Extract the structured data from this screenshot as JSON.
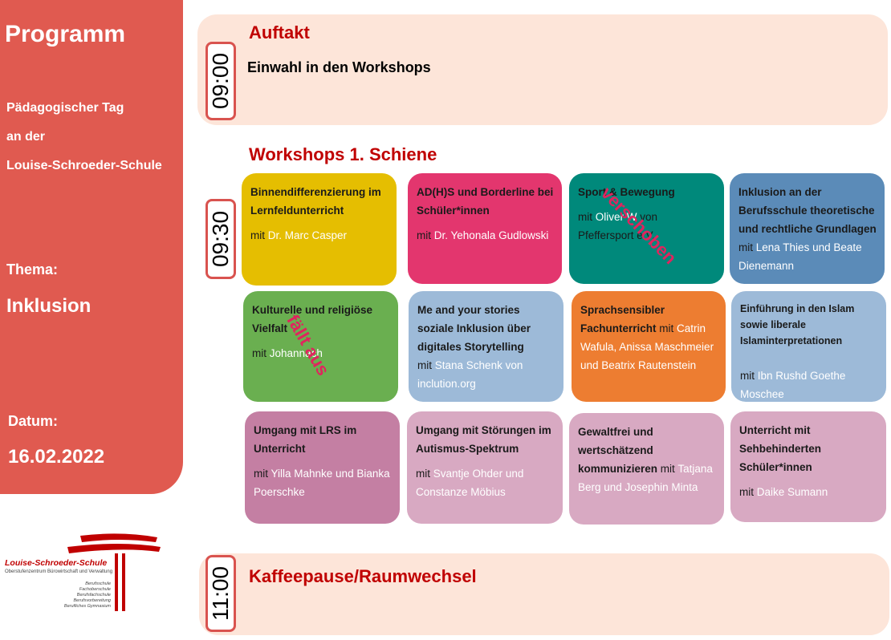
{
  "sidebar": {
    "title": "Programm",
    "line1": "Pädagogischer Tag",
    "line2": "an der",
    "line3": "Louise-Schroeder-Schule",
    "thema_label": "Thema:",
    "thema_value": "Inklusion",
    "datum_label": "Datum:",
    "datum_value": "16.02.2022"
  },
  "auftakt": {
    "time": "09:00",
    "title": "Auftakt",
    "text": "Einwahl in den Workshops"
  },
  "workshops": {
    "time": "09:30",
    "title": "Workshops 1. Schiene",
    "mit": "mit",
    "cards": [
      {
        "title": "Binnendifferenzierung im Lernfeldunterricht",
        "names": "Dr. Marc Casper",
        "color": "#e5be01"
      },
      {
        "title": "AD(H)S und Borderline bei Schüler*innen",
        "names": "Dr. Yehonala Gudlowski",
        "color": "#e3366e"
      },
      {
        "title": "Sport & Bewegung",
        "names": "Oliver W",
        "names2": "von",
        "names3": "Pfeffersport e.V.",
        "stamp": "verschoben",
        "color": "#00897b"
      },
      {
        "title": "Inklusion an der Berufsschule theoretische und rechtliche Grundlagen",
        "names": "Lena Thies und Beate Dienemann",
        "color": "#5b8bb8"
      },
      {
        "title": "Kulturelle und religiöse Vielfalt",
        "names": "Johanna",
        "names2": "ch",
        "stamp": "fällt aus",
        "color": "#6aaf50"
      },
      {
        "title": "Me and your stories soziale Inklusion über digitales Storytelling",
        "names": "Stana Schenk von inclution.org",
        "color": "#9dbad8"
      },
      {
        "title": "Sprachsensibler Fachunterricht",
        "names": "Catrin Wafula, Anissa Maschmeier und Beatrix Rautenstein",
        "color": "#ed7d31"
      },
      {
        "title": "Einführung in den Islam sowie liberale Islaminterpretationen",
        "names": "Ibn Rushd Goethe Moschee",
        "color": "#9dbad8"
      },
      {
        "title": "Umgang mit LRS im Unterricht",
        "names": "Yilla Mahnke und Bianka Poerschke",
        "color": "#c47fa3"
      },
      {
        "title": "Umgang mit Störungen im Autismus-Spektrum",
        "names": "Svantje Ohder und Constanze Möbius",
        "color": "#d8a9c2"
      },
      {
        "title": "Gewaltfrei und wertschätzend kommunizieren",
        "names": "Tatjana Berg und Josephin Minta",
        "color": "#d8a9c2"
      },
      {
        "title": "Unterricht mit Sehbehinderten Schüler*innen",
        "names": "Daike Sumann",
        "color": "#d8a9c2"
      }
    ]
  },
  "pause": {
    "time": "11:00",
    "title": "Kaffeepause/Raumwechsel"
  },
  "logo": {
    "name": "Louise-Schroeder-Schule",
    "sub": "Oberstufenzentrum Bürowirtschaft und Verwaltung",
    "list": [
      "Berufsschule",
      "Fachoberschule",
      "Berufsfachschule",
      "Berufsvorbereitung",
      "Berufliches Gymnasium"
    ]
  },
  "colors": {
    "sidebar": "#e05a50",
    "band": "#fde5d9",
    "accent_red": "#c00000",
    "stamp": "#e0245e"
  }
}
